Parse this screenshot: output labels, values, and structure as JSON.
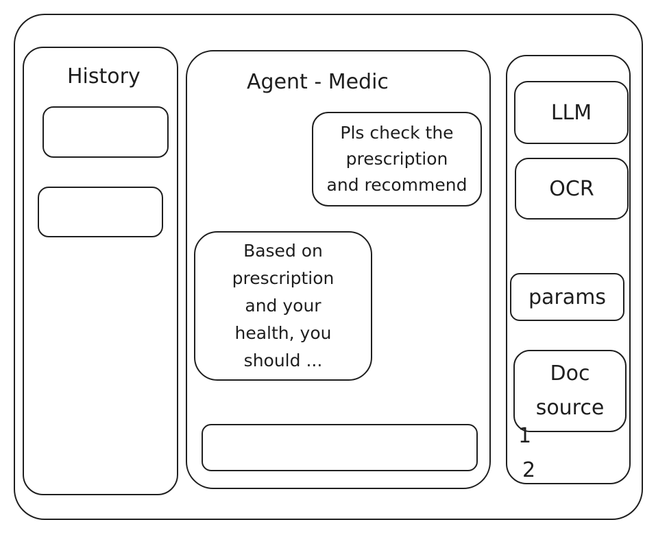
{
  "history": {
    "title": "History",
    "items": [
      "",
      ""
    ]
  },
  "chat": {
    "title": "Agent - Medic",
    "messages": [
      {
        "role": "user",
        "text": "Pls check the\nprescription\nand recommend"
      },
      {
        "role": "agent",
        "text": "Based on\nprescription\nand your\nhealth, you\nshould ..."
      }
    ],
    "input_value": ""
  },
  "settings": {
    "llm_label": "LLM",
    "ocr_label": "OCR",
    "params_label": "params",
    "doc_source_label": "Doc\nsource",
    "doc_list": [
      "1",
      "2"
    ]
  }
}
